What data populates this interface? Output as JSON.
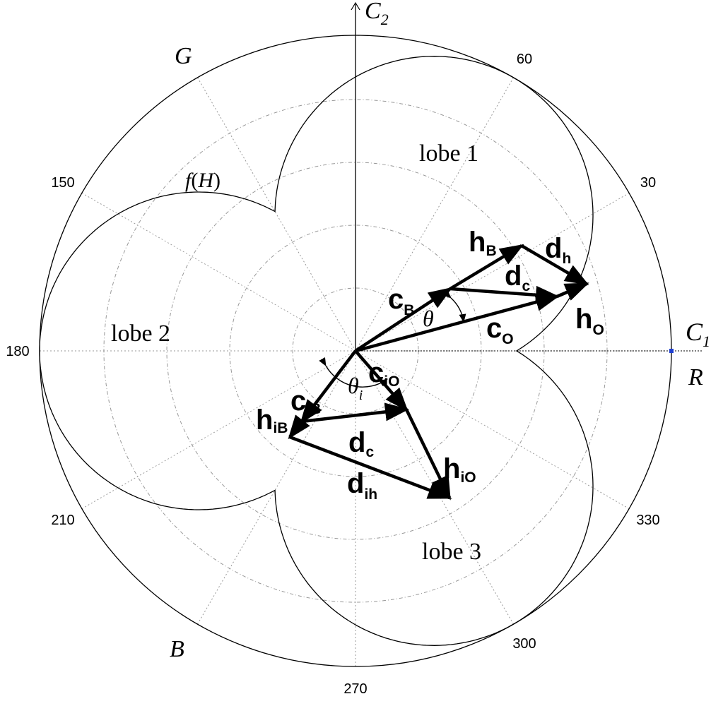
{
  "diagram": {
    "angle_labels": [
      {
        "angle": 30,
        "text": "30"
      },
      {
        "angle": 60,
        "text": "60"
      },
      {
        "angle": 150,
        "text": "150"
      },
      {
        "angle": 180,
        "text": "180"
      },
      {
        "angle": 210,
        "text": "210"
      },
      {
        "angle": 270,
        "text": "270"
      },
      {
        "angle": 300,
        "text": "300"
      },
      {
        "angle": 330,
        "text": "330"
      }
    ],
    "axis_labels": {
      "c1": {
        "main": "C",
        "sub": "1"
      },
      "c2": {
        "main": "C",
        "sub": "2"
      },
      "r": "R",
      "g": "G",
      "b": "B"
    },
    "hue_function": {
      "f": "f",
      "open": "(",
      "h": "H",
      "close": ")"
    },
    "lobes": {
      "lobe1": "lobe 1",
      "lobe2": "lobe 2",
      "lobe3": "lobe 3"
    },
    "angles": {
      "theta": "θ",
      "theta_i": {
        "main": "θ",
        "sub": "i"
      }
    },
    "vectors": {
      "cB": {
        "main": "c",
        "sub": "B"
      },
      "cO": {
        "main": "c",
        "sub": "O"
      },
      "hB": {
        "main": "h",
        "sub": "B"
      },
      "hO": {
        "main": "h",
        "sub": "O"
      },
      "dc": {
        "main": "d",
        "sub": "c"
      },
      "dh": {
        "main": "d",
        "sub": "h"
      },
      "ciB": {
        "main": "c",
        "sub": "iB"
      },
      "ciO": {
        "main": "c",
        "sub": "iO"
      },
      "hiB": {
        "main": "h",
        "sub": "iB"
      },
      "hiO": {
        "main": "h",
        "sub": "iO"
      },
      "dc2": {
        "main": "d",
        "sub": "c"
      },
      "dih": {
        "main": "d",
        "sub": "ih"
      }
    },
    "colors": {
      "lines": "#000000",
      "grid": "#999999",
      "marker": "#1f3fd0"
    }
  }
}
